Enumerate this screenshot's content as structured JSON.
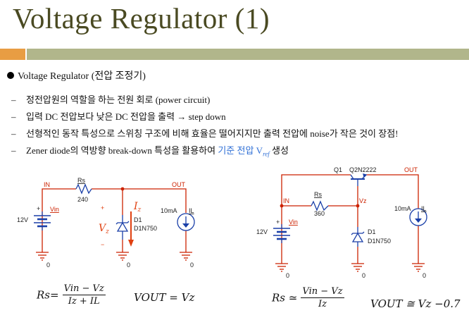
{
  "slide": {
    "title": "Voltage Regulator (1)",
    "heading": "Voltage Regulator (전압 조정기)",
    "bullets": [
      {
        "text": "정전압원의 역할을 하는 전원 회로 (power circuit)"
      },
      {
        "text": "입력 DC 전압보다 낮은 DC 전압을 출력  →  step down"
      },
      {
        "text": "선형적인 동작 특성으로 스위칭 구조에 비해 효율은 떨어지지만 출력 전압에 noise가 작은 것이 장점!"
      },
      {
        "text": "Zener diode의 역방향 break-down 특성을 활용하여 ",
        "highlight": "기준 전압 V",
        "highlight_sub": "ref",
        "tail": " 생성"
      }
    ]
  },
  "circuit1": {
    "net_in": "IN",
    "net_out": "OUT",
    "net_vin": "Vin",
    "resistor_name": "Rs",
    "resistor_value": "240",
    "source_label": "12V",
    "plus": "+",
    "minus": "−",
    "vz": "V",
    "vz_sub": "z",
    "iz": "I",
    "iz_sub": "z",
    "diode_name": "D1",
    "diode_part": "D1N750",
    "load_current": "10mA",
    "load_label": "IL",
    "ground_label": "0"
  },
  "circuit2": {
    "transistor_name": "Q1",
    "transistor_part": "Q2N2222",
    "net_out": "OUT",
    "net_in": "IN",
    "net_vz": "Vz",
    "net_vin": "Vin",
    "resistor_name": "Rs",
    "resistor_value": "360",
    "source_label": "12V",
    "diode_name": "D1",
    "diode_part": "D1N750",
    "load_current": "10mA",
    "load_label": "IL",
    "ground_label": "0"
  },
  "formulas": {
    "f1_lhs": "Rs=",
    "f1_num": "Vin − Vz",
    "f1_den": "Iz + IL",
    "f2": "VOUT = Vz",
    "f3_lhs": "Rs ≃",
    "f3_num": "Vin − Vz",
    "f3_den": "Iz",
    "f4": "VOUT  ≅  Vz −0.7"
  },
  "colors": {
    "title": "#4a4a22",
    "accent_orange": "#e89d43",
    "accent_olive": "#b1b68b",
    "wire_red": "#cc2200",
    "highlight_blue": "#2f6fd6",
    "component_blue": "#1a3fa8"
  }
}
